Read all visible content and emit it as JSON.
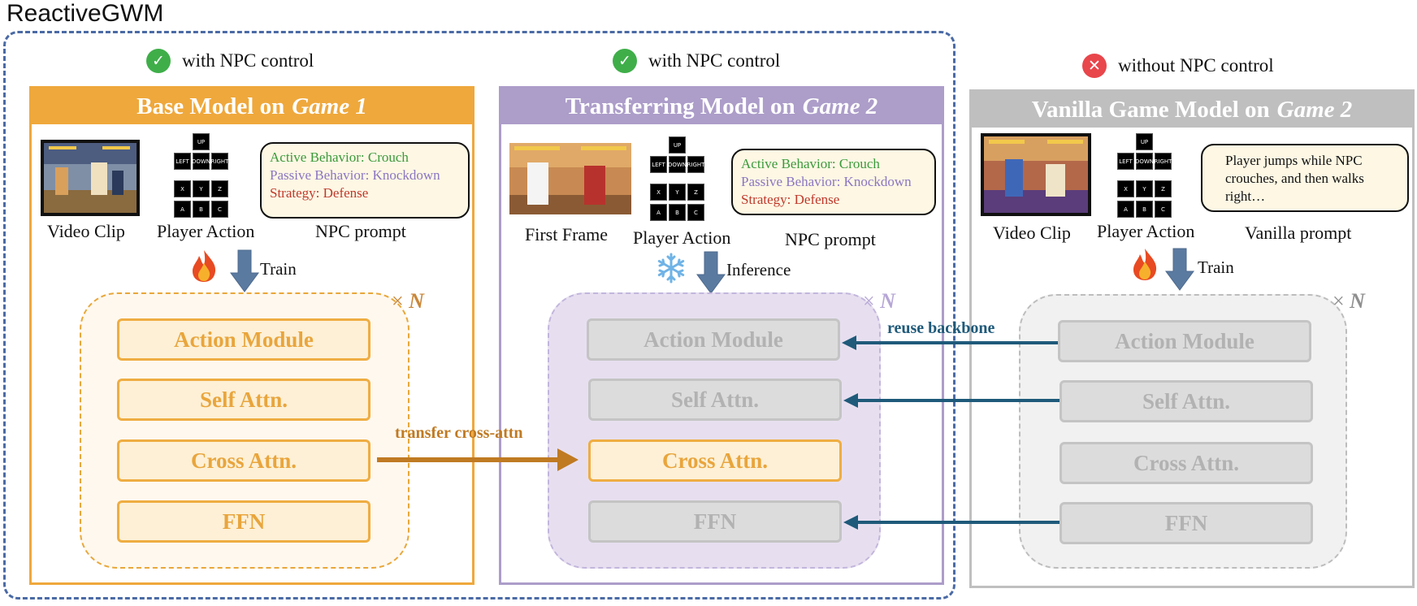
{
  "title": "ReactiveGWM",
  "panels": [
    {
      "status_text": "with NPC control",
      "status_icon": "check-circle-icon",
      "head_prefix": "Base Model on",
      "head_game": "Game 1",
      "input_label": "Video Clip",
      "action_label": "Player Action",
      "prompt_label": "NPC prompt",
      "prompt_lines": [
        "Active Behavior:  Crouch",
        "Passive Behavior: Knockdown",
        "Strategy:  Defense"
      ],
      "phase_icon": "fire-icon",
      "phase_label": "Train",
      "stack_multiplier": "N",
      "blocks": [
        "Action Module",
        "Self Attn.",
        "Cross Attn.",
        "FFN"
      ]
    },
    {
      "status_text": "with NPC control",
      "status_icon": "check-circle-icon",
      "head_prefix": "Transferring Model on",
      "head_game": "Game 2",
      "input_label": "First Frame",
      "action_label": "Player Action",
      "prompt_label": "NPC prompt",
      "prompt_lines": [
        "Active Behavior:  Crouch",
        "Passive Behavior: Knockdown",
        "Strategy:  Defense"
      ],
      "phase_icon": "snowflake-icon",
      "phase_label": "Inference",
      "stack_multiplier": "N",
      "blocks": [
        "Action Module",
        "Self Attn.",
        "Cross Attn.",
        "FFN"
      ]
    },
    {
      "status_text": "without NPC control",
      "status_icon": "cross-circle-icon",
      "head_prefix": "Vanilla Game Model on",
      "head_game": "Game 2",
      "input_label": "Video Clip",
      "action_label": "Player Action",
      "prompt_label": "Vanilla prompt",
      "prompt_text": "Player jumps while NPC crouches, and then walks right…",
      "phase_icon": "fire-icon",
      "phase_label": "Train",
      "stack_multiplier": "N",
      "blocks": [
        "Action Module",
        "Self Attn.",
        "Cross Attn.",
        "FFN"
      ]
    }
  ],
  "keypad": {
    "dpad": [
      "UP",
      "LEFT",
      "DOWN",
      "RIGHT"
    ],
    "buttons": [
      "X",
      "Y",
      "Z",
      "A",
      "B",
      "C"
    ]
  },
  "arrows": {
    "transfer": "transfer cross-attn",
    "reuse": "reuse backbone"
  },
  "colors": {
    "orange": "#efa83c",
    "purple": "#ac9dc9",
    "grey": "#bfbfbf",
    "teal": "#1f5a7a",
    "brown": "#c07a22",
    "green_text": "#3b9a3b",
    "purple_text": "#8b76c2",
    "red_text": "#c0392b"
  }
}
